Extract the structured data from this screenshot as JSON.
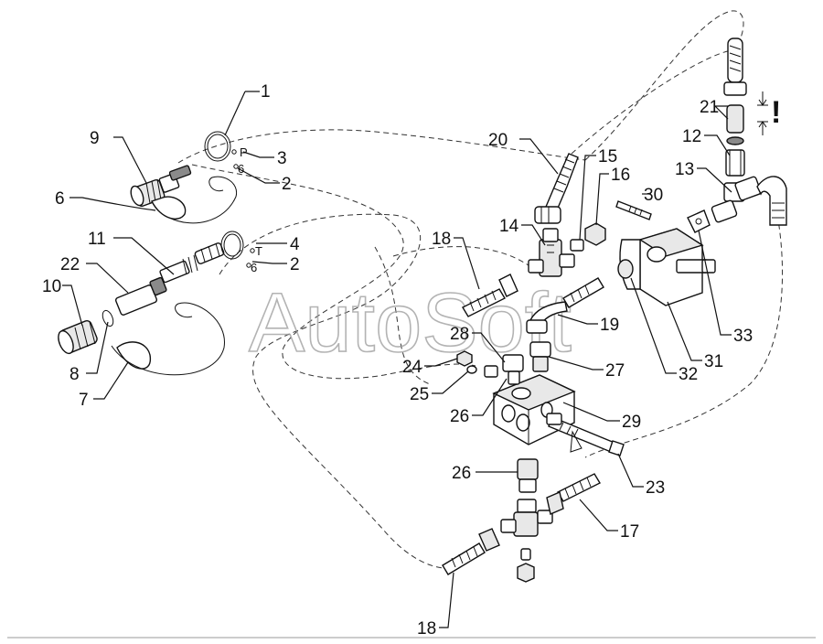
{
  "watermark": "AutoSoft",
  "callouts": {
    "c1": "1",
    "c2a": "2",
    "c2b": "2",
    "c3": "3",
    "c4": "4",
    "c6a": "6",
    "c7": "7",
    "c8": "8",
    "c9": "9",
    "c10": "10",
    "c11": "11",
    "c12": "12",
    "c13": "13",
    "c14": "14",
    "c15": "15",
    "c16": "16",
    "c17": "17",
    "c18a": "18",
    "c18b": "18",
    "c19": "19",
    "c20": "20",
    "c21": "21",
    "c22": "22",
    "c23": "23",
    "c24": "24",
    "c25": "25",
    "c26a": "26",
    "c26b": "26",
    "c27": "27",
    "c28": "28",
    "c29": "29",
    "c30": "30",
    "c31": "31",
    "c32": "32",
    "c33": "33"
  },
  "tags": {
    "p": "P",
    "t": "T",
    "six_a": "6",
    "six_b": "6"
  },
  "warning_mark": "!"
}
